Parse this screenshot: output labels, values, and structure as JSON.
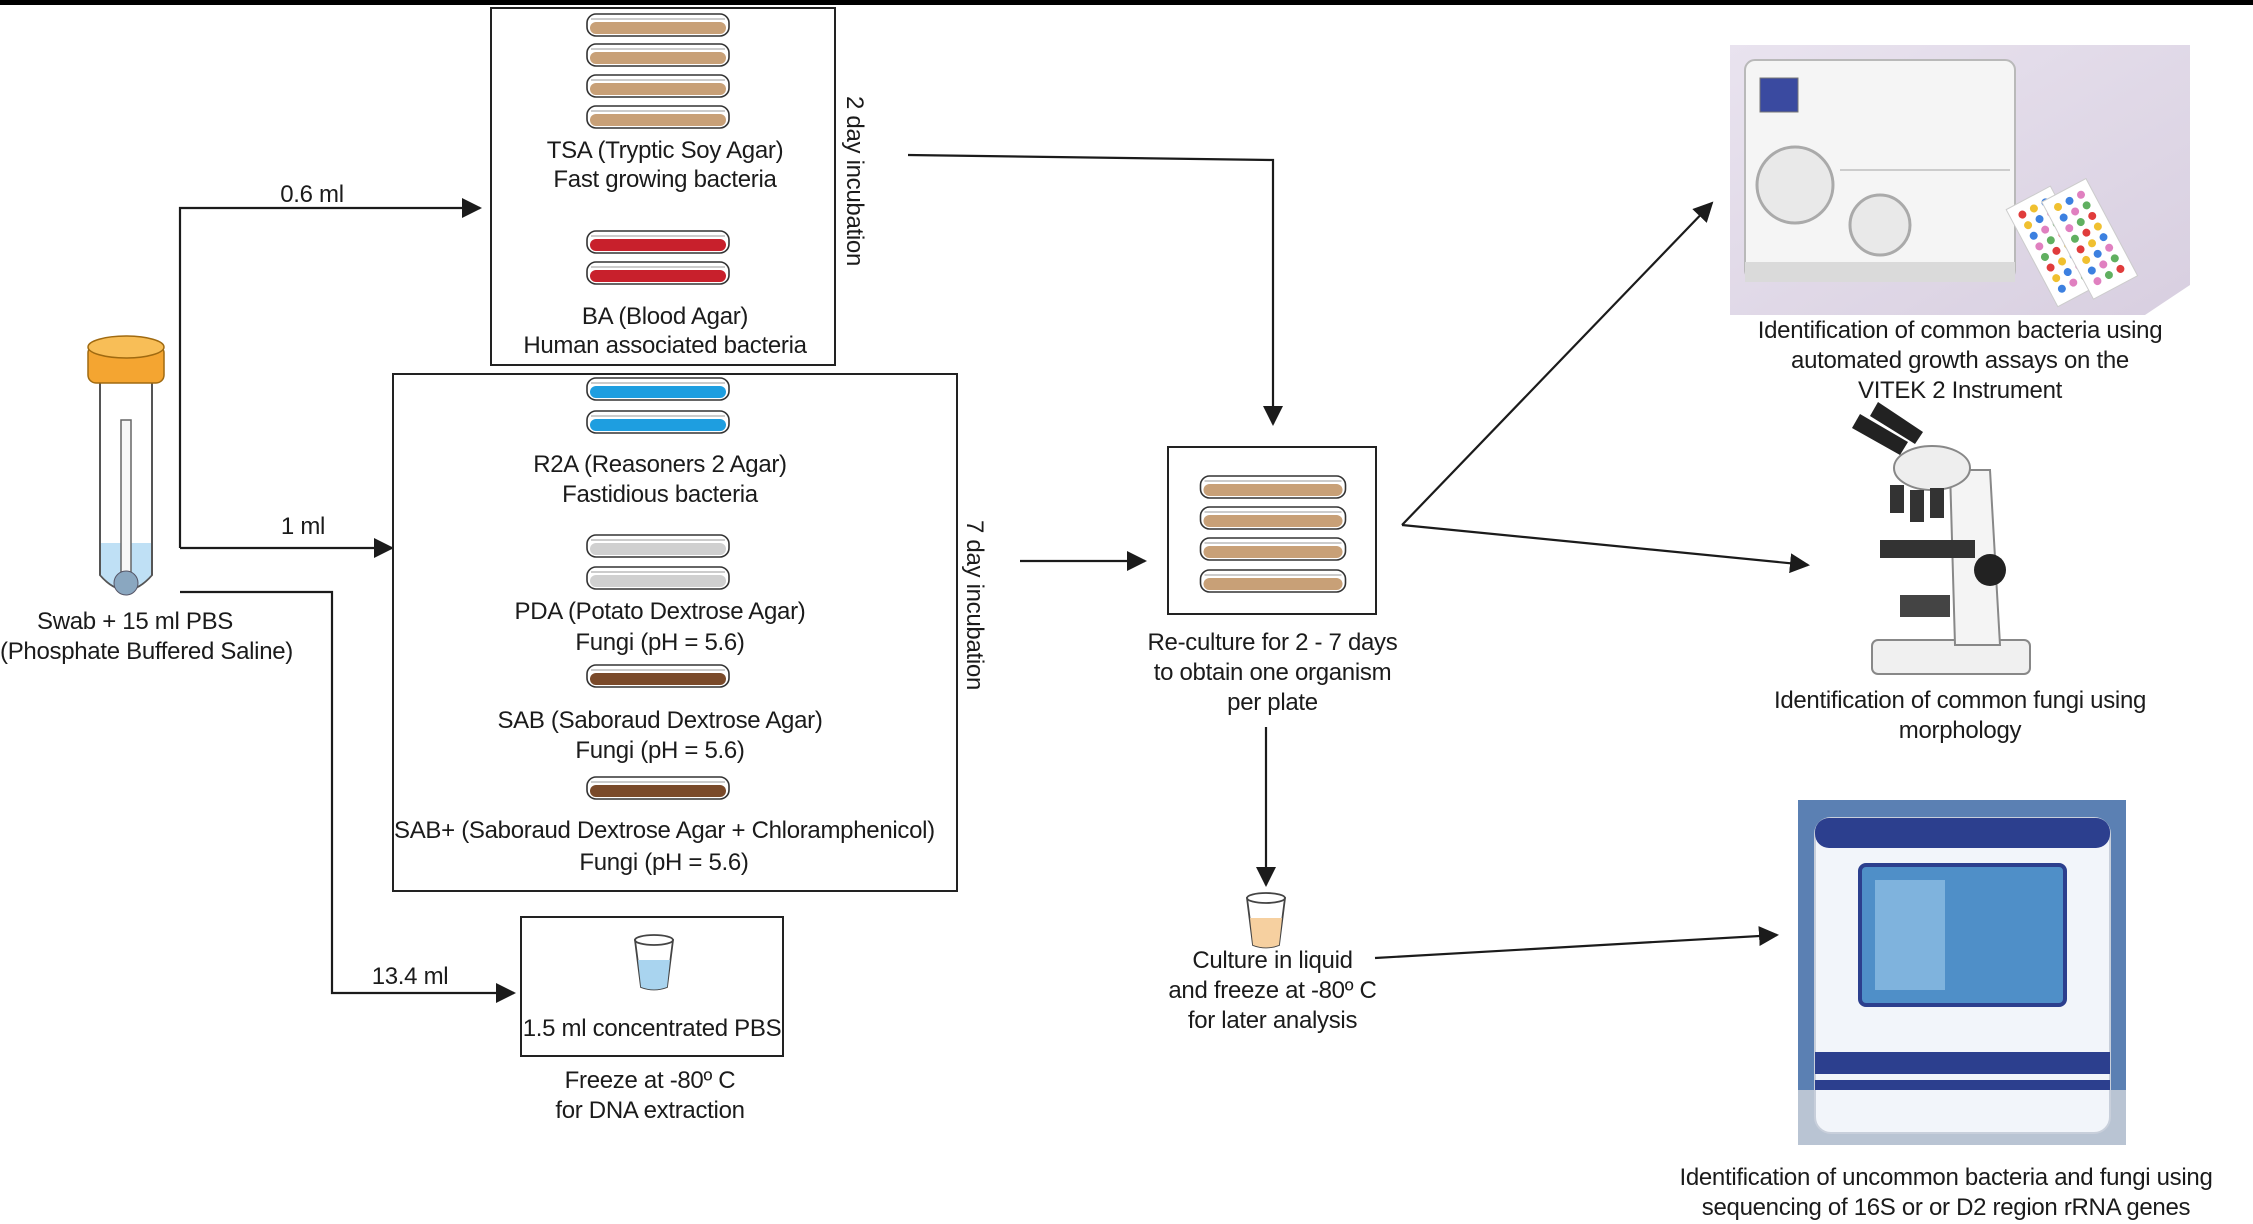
{
  "tube": {
    "caption_line1": "Swab + 15 ml PBS",
    "caption_line2": "(Phosphate Buffered Saline)"
  },
  "volumes": {
    "v1": "0.6 ml",
    "v2": "1 ml",
    "v3": "13.4 ml"
  },
  "box_2day": {
    "incubation": "2 day incubation",
    "plate_groups": [
      {
        "name_line": "TSA (Tryptic Soy Agar)",
        "desc_line": "Fast growing bacteria"
      },
      {
        "name_line": "BA (Blood Agar)",
        "desc_line": "Human associated bacteria"
      }
    ]
  },
  "box_7day": {
    "incubation": "7 day incubation",
    "plate_groups": [
      {
        "name_line": "R2A (Reasoners 2 Agar)",
        "desc_line": "Fastidious bacteria"
      },
      {
        "name_line": "PDA (Potato Dextrose Agar)",
        "desc_line": "Fungi (pH = 5.6)"
      },
      {
        "name_line": "SAB (Saboraud Dextrose Agar)",
        "desc_line": "Fungi (pH = 5.6)"
      },
      {
        "name_line": "SAB+ (Saboraud Dextrose Agar + Chloramphenicol)",
        "desc_line": "Fungi (pH = 5.6)"
      }
    ]
  },
  "pbs_box": {
    "label": "1.5 ml concentrated PBS",
    "caption_line1": "Freeze at -80º C",
    "caption_line2": "for DNA extraction"
  },
  "reculture": {
    "line1": "Re-culture for 2 - 7 days",
    "line2": "to obtain one organism",
    "line3": "per plate"
  },
  "liquid": {
    "line1": "Culture in liquid",
    "line2": "and freeze at -80º C",
    "line3": "for later analysis"
  },
  "vitek": {
    "line1": "Identification of common bacteria using",
    "line2": "automated growth assays on the",
    "line3": "VITEK 2 Instrument"
  },
  "microscope": {
    "line1": "Identification of common fungi using",
    "line2": "morphology"
  },
  "sequencer": {
    "line1": "Identification of uncommon bacteria and fungi using",
    "line2": "sequencing of 16S or or D2 region  rRNA genes"
  },
  "colors": {
    "background": "#ffffff",
    "frame": "#000000",
    "line": "#1b1b1b",
    "tan_agar": "#c8a077",
    "blood_agar": "#c8202c",
    "r2a_agar": "#1e9ee0",
    "pda_agar": "#d0d0d0",
    "sab_agar": "#7a4a2a",
    "tube_cap": "#f4a531",
    "tube_liquid": "#bfe0f5",
    "cup_liquid": "#a9d4ef",
    "culture_liquid": "#f6d0a0",
    "vitek_bg": "#d8cfe0",
    "sequencer_bg": "#5b80b3"
  },
  "icons": [
    "culture-tube-icon",
    "petri-dish-icon",
    "sample-cup-icon",
    "vitek-instrument-icon",
    "microscope-icon",
    "dna-sequencer-icon"
  ]
}
